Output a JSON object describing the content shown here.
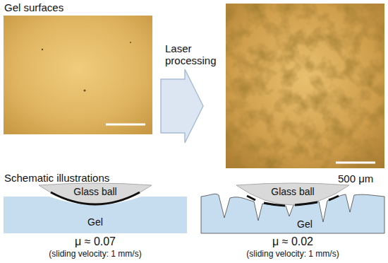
{
  "diagram": {
    "nodes": [
      {
        "text": [
          "Laser processing"
        ]
      },
      {
        "text": [
          "Glass ball"
        ]
      },
      {
        "text": [
          "Gel"
        ]
      },
      {
        "text": [
          "Glass ball"
        ]
      },
      {
        "text": [
          "Gel"
        ]
      }
    ],
    "labels": [
      "Gel surfaces",
      "500 μm",
      "Schematic illustrations",
      "μ ≈ 0.07",
      "(sliding velocity: 1 mm/s)",
      "μ ≈ 0.02",
      "(sliding velocity: 1 mm/s)"
    ]
  }
}
